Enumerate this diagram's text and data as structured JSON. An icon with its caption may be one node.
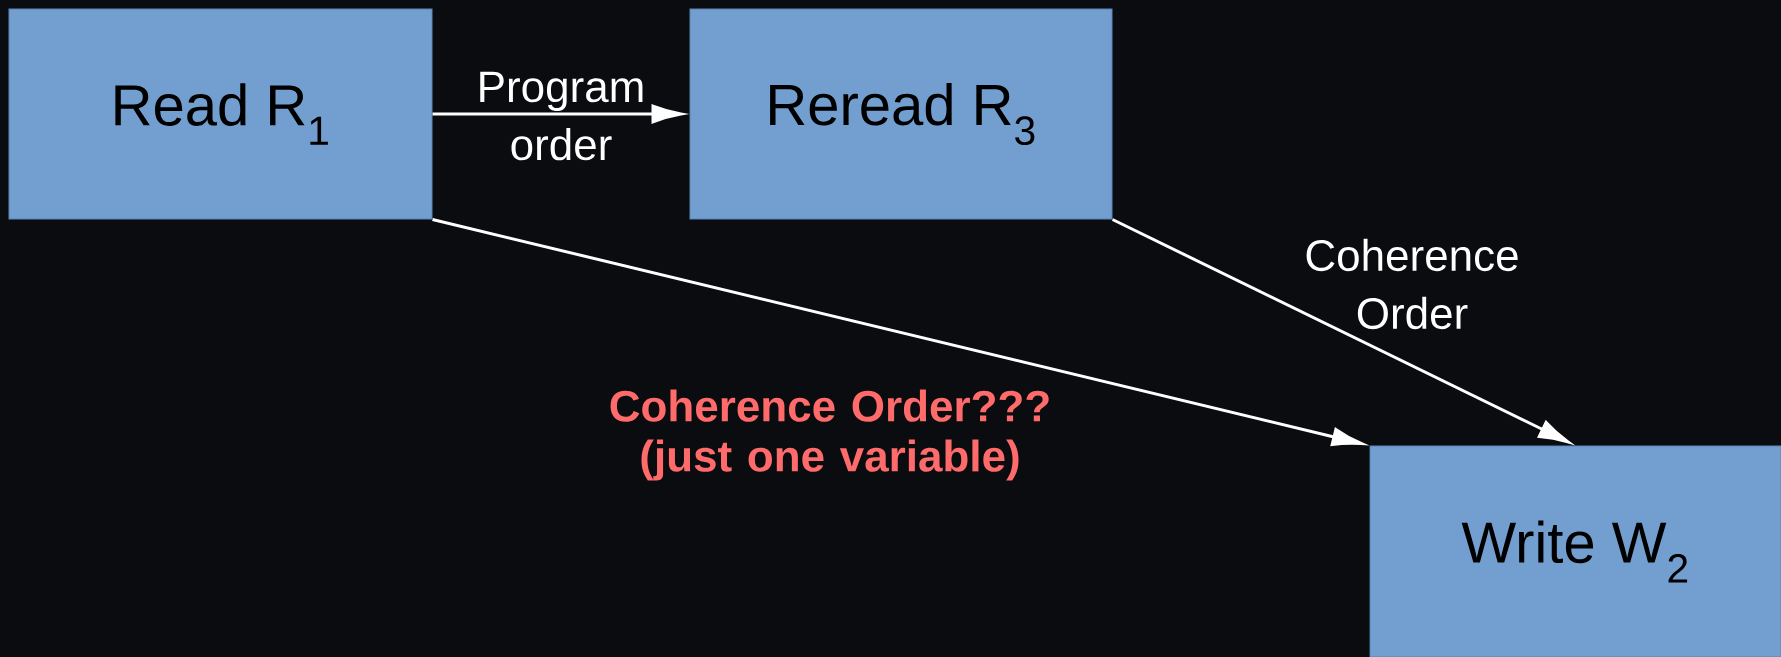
{
  "diagram": {
    "nodes": [
      {
        "text": [
          "Read R$_{1}$"
        ]
      },
      {
        "text": [
          "Reread R$_{3}$"
        ]
      },
      {
        "text": [
          "Write W$_{2}$"
        ]
      }
    ],
    "edges": [
      {
        "from": 0,
        "to": 1,
        "arrow": "to",
        "label": "Program order"
      },
      {
        "from": 0,
        "to": 2,
        "arrow": "to"
      },
      {
        "from": 1,
        "to": 2,
        "arrow": "to",
        "label": "Coherence Order"
      }
    ],
    "labels": [
      "Coherence Order??? (just one variable)"
    ]
  }
}
